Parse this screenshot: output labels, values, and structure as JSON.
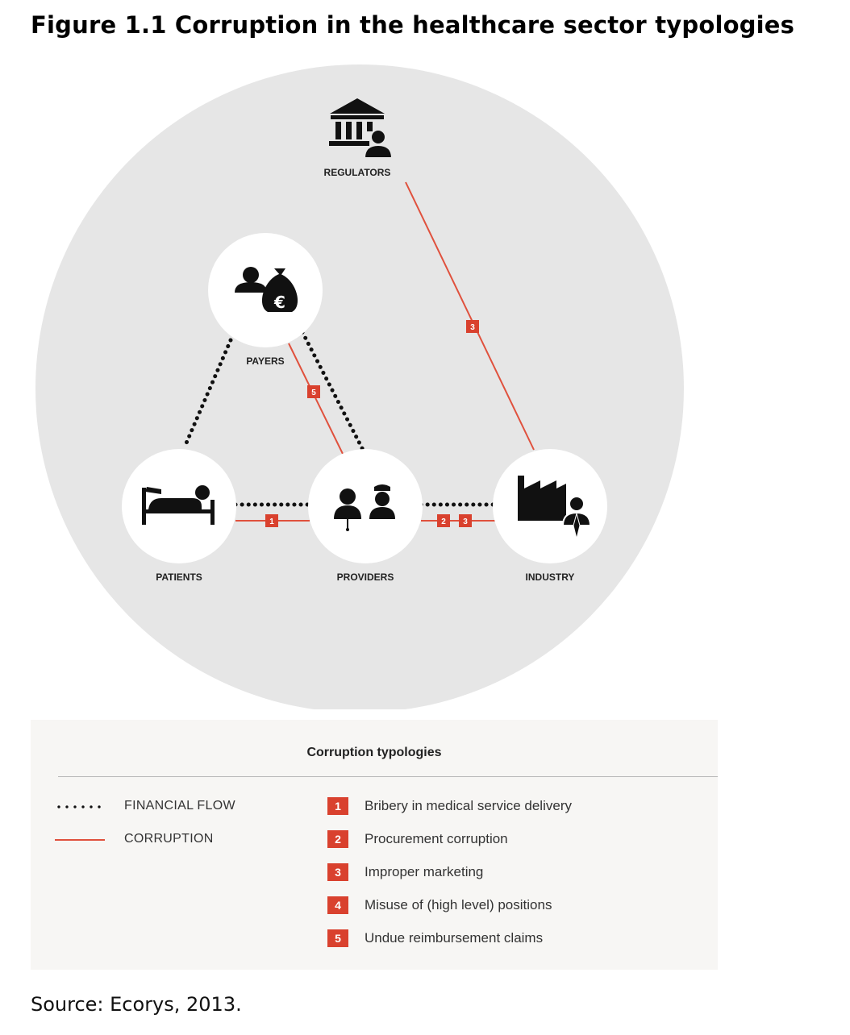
{
  "figure": {
    "title": "Figure 1.1 Corruption in the healthcare sector typologies",
    "source": "Source: Ecorys, 2013."
  },
  "nodes": {
    "regulators": {
      "label": "REGULATORS",
      "icon": "government-building-person-icon"
    },
    "payers": {
      "label": "PAYERS",
      "icon": "person-money-bag-euro-icon"
    },
    "patients": {
      "label": "PATIENTS",
      "icon": "patient-in-bed-icon"
    },
    "providers": {
      "label": "PROVIDERS",
      "icon": "doctor-nurse-icon"
    },
    "industry": {
      "label": "INDUSTRY",
      "icon": "factory-person-icon"
    }
  },
  "edge_badges": {
    "regulators_industry": "3",
    "payers_providers": "5",
    "patients_providers": "1",
    "providers_industry_a": "2",
    "providers_industry_b": "3"
  },
  "legend": {
    "title": "Corruption typologies",
    "keys": [
      {
        "label": "FINANCIAL FLOW",
        "style": "dotted-black"
      },
      {
        "label": "CORRUPTION",
        "style": "solid-red"
      }
    ],
    "typologies": [
      {
        "num": "1",
        "label": "Bribery in medical service delivery"
      },
      {
        "num": "2",
        "label": "Procurement corruption"
      },
      {
        "num": "3",
        "label": "Improper marketing"
      },
      {
        "num": "4",
        "label": "Misuse of (high level) positions"
      },
      {
        "num": "5",
        "label": "Undue reimbursement claims"
      }
    ]
  },
  "colors": {
    "background_circle": "#e6e6e6",
    "node_fill": "#ffffff",
    "corruption_red": "#e0513d",
    "badge_red": "#d9412e",
    "flow_black": "#111111",
    "legend_panel": "#f7f6f4"
  }
}
